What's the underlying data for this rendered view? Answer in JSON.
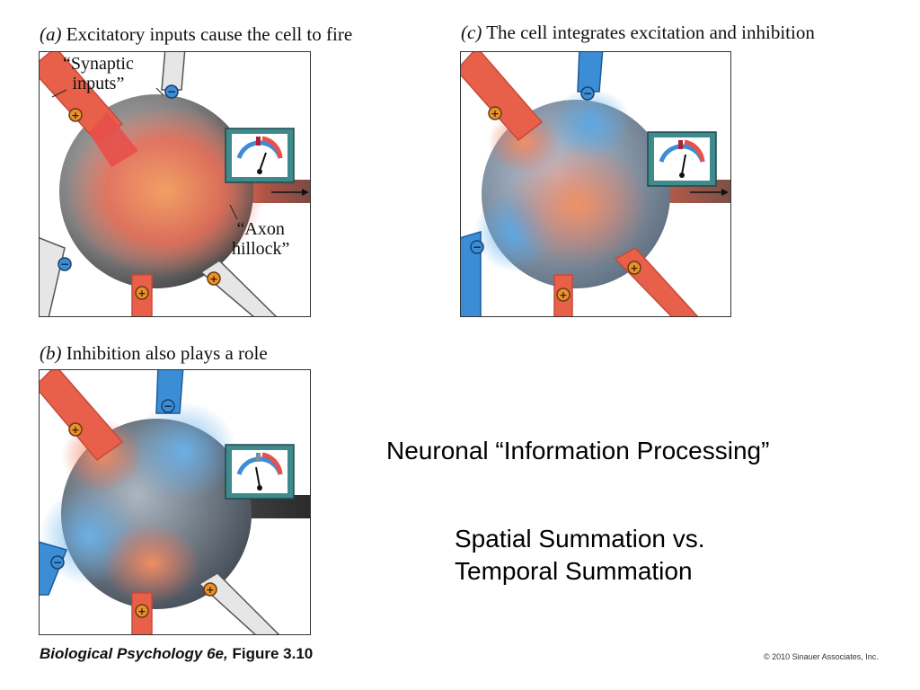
{
  "panels": {
    "a": {
      "letter": "(a)",
      "caption": "Excitatory inputs cause the cell to fire",
      "annotation_synaptic_line1": "“Synaptic",
      "annotation_synaptic_line2": "inputs”",
      "annotation_axon_line1": "“Axon",
      "annotation_axon_line2": "hillock”",
      "meter_needle": "high"
    },
    "b": {
      "letter": "(b)",
      "caption": "Inhibition also plays a role",
      "meter_needle": "low"
    },
    "c": {
      "letter": "(c)",
      "caption": "The cell integrates excitation and inhibition",
      "meter_needle": "high"
    }
  },
  "slide": {
    "title": "Neuronal “Information Processing”",
    "subtitle_line1": "Spatial Summation vs.",
    "subtitle_line2": "Temporal Summation"
  },
  "footer": {
    "book_title": "Biological Psychology 6e,",
    "figure_ref": "Figure 3.10",
    "copyright": "© 2010 Sinauer Associates, Inc."
  },
  "colors": {
    "excitatory": "#e8504a",
    "inhibitory": "#3b8ed6",
    "cell_body": "#7a7a7a",
    "meter_frame": "#3e8a8c",
    "plus_badge": "#e8922e",
    "minus_badge": "#3b8ed6"
  }
}
